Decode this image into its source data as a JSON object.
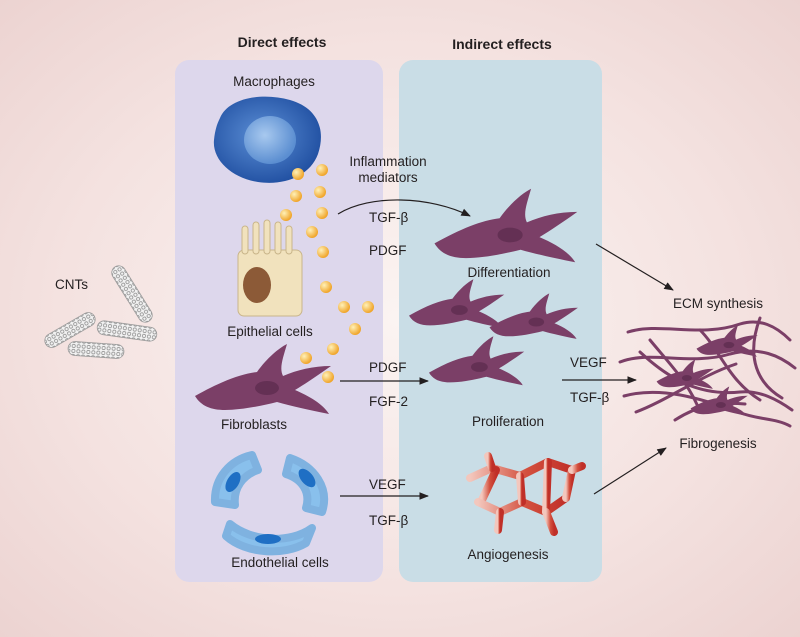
{
  "headers": {
    "direct": "Direct effects",
    "indirect": "Indirect effects"
  },
  "labels": {
    "cnts": "CNTs",
    "macrophages": "Macrophages",
    "inflammation": "Inflammation\nmediators",
    "epithelial": "Epithelial cells",
    "fibroblasts": "Fibroblasts",
    "endothelial": "Endothelial cells",
    "differentiation": "Differentiation",
    "proliferation": "Proliferation",
    "angiogenesis": "Angiogenesis",
    "ecm": "ECM synthesis",
    "fibrogenesis": "Fibrogenesis"
  },
  "factors": {
    "tgf1": "TGF-β",
    "pdgf1": "PDGF",
    "pdgf2": "PDGF",
    "fgf2": "FGF-2",
    "vegf1": "VEGF",
    "tgf2": "TGF-β",
    "vegf2": "VEGF",
    "tgf3": "TGF-β"
  },
  "colors": {
    "direct_panel": "#ddd7ec",
    "indirect_panel": "#c9dde6",
    "fibroblast": "#7b3f67",
    "particle": "#f6b93f",
    "macrophage": "#2f5fae",
    "endothelium": "#7fb7e6",
    "vessel": "#c83a2f"
  }
}
